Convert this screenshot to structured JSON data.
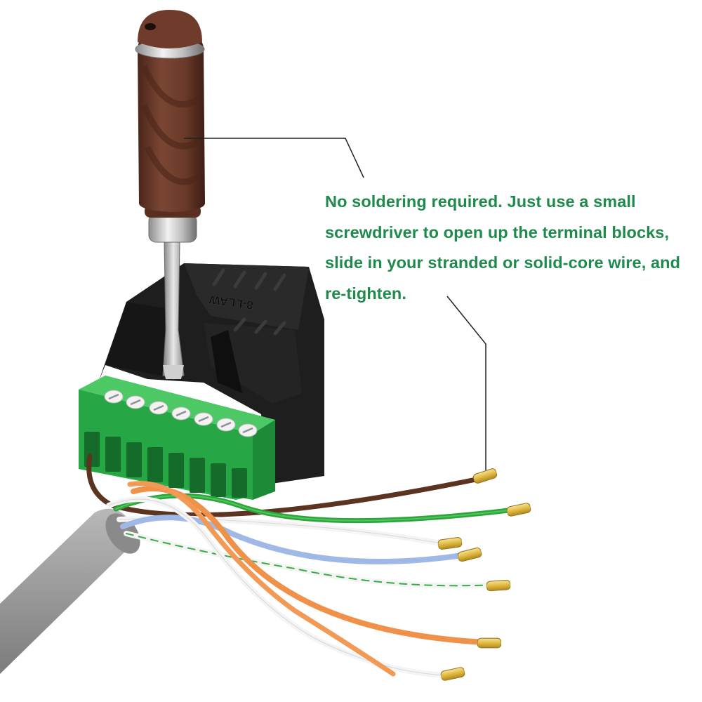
{
  "caption": {
    "lines": [
      "No soldering required. Just use a small",
      "screwdriver to open up the terminal blocks,",
      "slide in your stranded or solid-core wire, and",
      "re-tighten."
    ]
  },
  "connector_label": "8-LLAW",
  "colors": {
    "caption_text": "#1f8a4c",
    "terminal_green": "#2bb24c",
    "housing_black": "#1c1c1c",
    "handle_brown": "#6b3b2a",
    "cable_gray": "#9a9a9a",
    "wire_orange": "#f0914a",
    "wire_blue": "#9fb8e6",
    "wire_green": "#2aa63a",
    "wire_brown": "#6b3a22",
    "pin_gold": "#e3c14c"
  },
  "icons": [
    "screwdriver-icon",
    "rj45-terminal-adapter-icon",
    "ethernet-cable-icon"
  ]
}
